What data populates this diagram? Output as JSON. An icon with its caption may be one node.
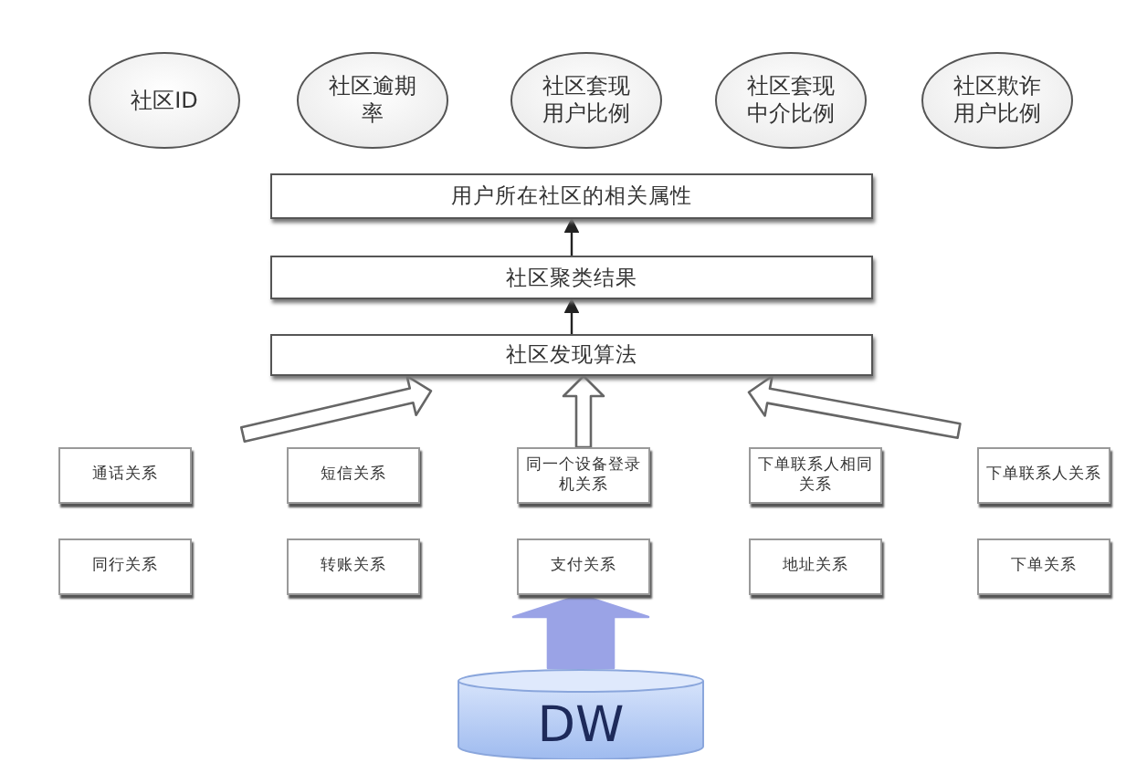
{
  "diagram": {
    "nodes": [
      {
        "text": [
          "社区ID"
        ]
      },
      {
        "text": [
          "社区逾期率"
        ]
      },
      {
        "text": [
          "社区套现用户比例"
        ]
      },
      {
        "text": [
          "社区套现中介比例"
        ]
      },
      {
        "text": [
          "社区欺诈用户比例"
        ]
      },
      {
        "text": [
          "用户所在社区的相关属性"
        ]
      },
      {
        "text": [
          "社区聚类结果"
        ]
      },
      {
        "text": [
          "社区发现算法"
        ]
      },
      {
        "text": [
          "通话关系"
        ]
      },
      {
        "text": [
          "短信关系"
        ]
      },
      {
        "text": [
          "同一个设备登录机关系"
        ]
      },
      {
        "text": [
          "下单联系人相同关系"
        ]
      },
      {
        "text": [
          "下单联系人关系"
        ]
      },
      {
        "text": [
          "同行关系"
        ]
      },
      {
        "text": [
          "转账关系"
        ]
      },
      {
        "text": [
          "支付关系"
        ]
      },
      {
        "text": [
          "地址关系"
        ]
      },
      {
        "text": [
          "下单关系"
        ]
      },
      {
        "text": [
          "DW"
        ]
      }
    ],
    "edges": [
      {
        "from": 6,
        "to": 5,
        "arrow": "to"
      },
      {
        "from": 7,
        "to": 6,
        "arrow": "to"
      },
      {
        "from": null,
        "to": 7,
        "arrow": "to",
        "style": "thick"
      },
      {
        "from": 10,
        "to": 7,
        "arrow": "to",
        "style": "thick"
      },
      {
        "from": null,
        "to": 7,
        "arrow": "to",
        "style": "thick"
      },
      {
        "from": 18,
        "to": 15,
        "arrow": "to",
        "style": "thick",
        "color": "#9aa3e6"
      }
    ]
  }
}
